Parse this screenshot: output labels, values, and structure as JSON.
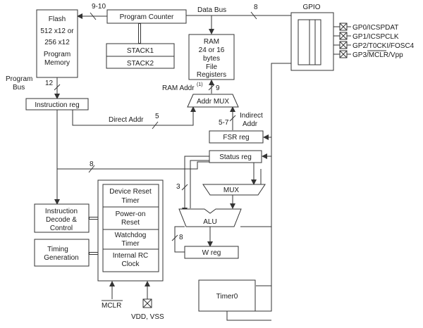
{
  "blocks": {
    "flash": [
      "Flash",
      "512 x12 or",
      "256 x12",
      "Program",
      "Memory"
    ],
    "program_counter": "Program Counter",
    "stack1": "STACK1",
    "stack2": "STACK2",
    "ram": [
      "RAM",
      "24 or 16",
      "bytes",
      "File",
      "Registers"
    ],
    "gpio": "GPIO",
    "instruction_reg": "Instruction reg",
    "addr_mux": "Addr MUX",
    "fsr_reg": "FSR reg",
    "status_reg": "Status reg",
    "mux": "MUX",
    "alu": "ALU",
    "w_reg": "W reg",
    "instruction_decode": [
      "Instruction",
      "Decode &",
      "Control"
    ],
    "timing_generation": [
      "Timing",
      "Generation"
    ],
    "device_reset_timer": [
      "Device Reset",
      "Timer"
    ],
    "power_on_reset": [
      "Power-on",
      "Reset"
    ],
    "watchdog_timer": [
      "Watchdog",
      "Timer"
    ],
    "internal_rc_clock": [
      "Internal RC",
      "Clock"
    ],
    "timer0": "Timer0"
  },
  "labels": {
    "data_bus": "Data Bus",
    "program_bus": [
      "Program",
      "Bus"
    ],
    "direct_addr": "Direct Addr",
    "indirect_addr": [
      "Indirect",
      "Addr"
    ],
    "ram_addr": "RAM Addr",
    "ram_addr_note": "(1)",
    "mclr": "MCLR",
    "vdd_vss": "VDD, VSS"
  },
  "bus_widths": {
    "pc_to_flash": "9-10",
    "data_bus": "8",
    "program_bus": "12",
    "ram_addr": "9",
    "direct_addr": "5",
    "indirect_addr": "5-7",
    "literal": "8",
    "status": "3",
    "w_feedback": "8"
  },
  "pins": [
    "GP0/ICSPDAT",
    "GP1/ICSPCLK",
    "GP2/T0CKI/FOSC4",
    "GP3/MCLR/Vpp"
  ]
}
